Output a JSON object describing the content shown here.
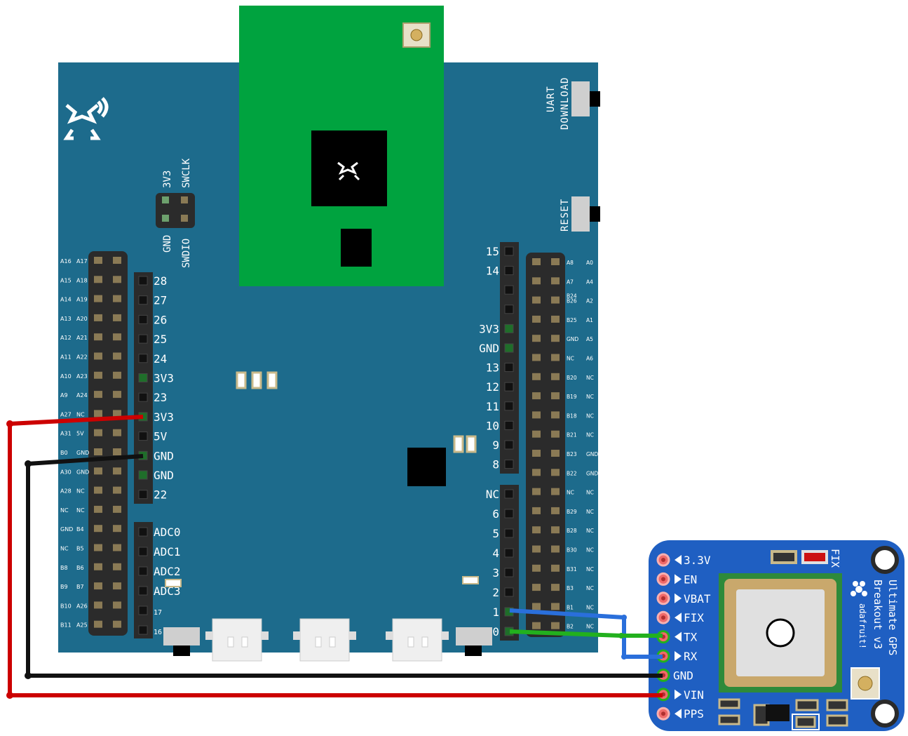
{
  "board": {
    "colors": {
      "board": "#1d6b8c",
      "module": "#00a33f",
      "header": "#2b2b2b",
      "pin": "#8a7a55",
      "chip": "#000000"
    },
    "switch_uart": [
      "UART",
      "DOWNLOAD"
    ],
    "switch_reset": "RESET",
    "swd_top": [
      "3V3",
      "SWCLK"
    ],
    "swd_bottom": [
      "GND",
      "SWDIO"
    ],
    "left_header_labels": [
      "28",
      "27",
      "26",
      "25",
      "24",
      "3V3",
      "23",
      "3V3",
      "5V",
      "GND",
      "GND",
      "22"
    ],
    "adc_labels": [
      "ADC0",
      "ADC1",
      "ADC2",
      "ADC3",
      "17",
      "16"
    ],
    "right_header_top_labels": [
      "15",
      "14",
      "",
      "",
      "3V3",
      "GND",
      "13",
      "12",
      "11",
      "10",
      "9",
      "8"
    ],
    "right_header_bottom_labels": [
      "NC",
      "6",
      "5",
      "4",
      "3",
      "2",
      "1",
      "0"
    ],
    "far_left_labels": [
      [
        "A16",
        "A17"
      ],
      [
        "A15",
        "A18"
      ],
      [
        "A14",
        "A19"
      ],
      [
        "A13",
        "A20"
      ],
      [
        "A12",
        "A21"
      ],
      [
        "A11",
        "A22"
      ],
      [
        "A10",
        "A23"
      ],
      [
        "A9",
        "A24"
      ],
      [
        "A27",
        "NC"
      ],
      [
        "A31",
        "5V"
      ],
      [
        "B0",
        "GND"
      ],
      [
        "A30",
        "GND"
      ],
      [
        "A28",
        "NC"
      ],
      [
        "NC",
        "NC"
      ],
      [
        "GND",
        "B4"
      ],
      [
        "NC",
        "B5"
      ],
      [
        "B8",
        "B6"
      ],
      [
        "B9",
        "B7"
      ],
      [
        "B10",
        "A26"
      ],
      [
        "B11",
        "A25"
      ]
    ],
    "far_right_labels": [
      [
        "A8",
        "A0"
      ],
      [
        "A7",
        "A4"
      ],
      [
        "B24",
        "B26",
        "A2"
      ],
      [
        "B25",
        "A1"
      ],
      [
        "GND",
        "A5"
      ],
      [
        "NC",
        "A6"
      ],
      [
        "B20",
        "NC"
      ],
      [
        "B19",
        "NC"
      ],
      [
        "B18",
        "NC"
      ],
      [
        "B21",
        "NC"
      ],
      [
        "B23",
        "GND"
      ],
      [
        "B22",
        "GND"
      ],
      [
        "NC",
        "NC"
      ],
      [
        "B29",
        "NC"
      ],
      [
        "B28",
        "NC"
      ],
      [
        "B30",
        "NC"
      ],
      [
        "B31",
        "NC"
      ],
      [
        "B3",
        "NC"
      ],
      [
        "B1",
        "NC"
      ],
      [
        "B2",
        "NC"
      ]
    ]
  },
  "gps": {
    "color": "#1f5fc2",
    "pins": [
      "3.3V",
      "EN",
      "VBAT",
      "FIX",
      "TX",
      "RX",
      "GND",
      "VIN",
      "PPS"
    ],
    "pin_arrows": [
      "left",
      "right",
      "right",
      "left",
      "left",
      "right",
      "",
      "right",
      "left"
    ],
    "fix_led": "FIX",
    "title": [
      "Ultimate GPS",
      "Breakout v3"
    ],
    "brand": "adafruit!"
  },
  "wires": {
    "red": "#cc0000",
    "black": "#111111",
    "blue": "#2a6fdb",
    "green": "#22b01e"
  }
}
